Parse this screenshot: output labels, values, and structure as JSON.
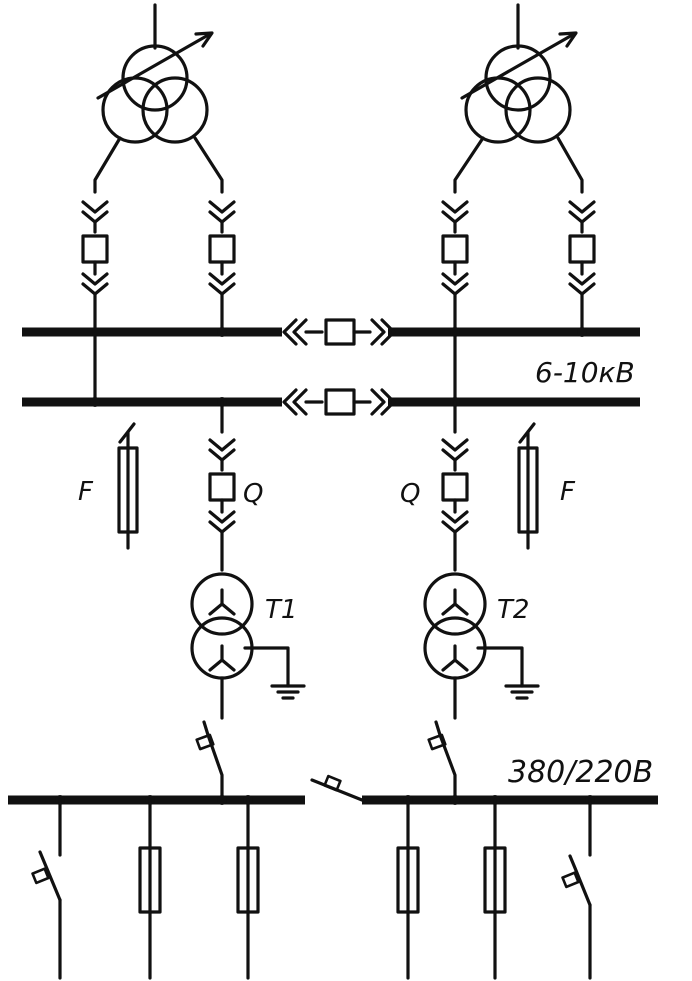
{
  "labels": {
    "hv_voltage": "6-10кВ",
    "lv_voltage": "380/220В",
    "fuse_left": "F",
    "fuse_right": "F",
    "switch_left": "Q",
    "switch_right": "Q",
    "transformer_1": "T1",
    "transformer_2": "T2"
  },
  "colors": {
    "ink": "#111111",
    "background": "#ffffff"
  }
}
